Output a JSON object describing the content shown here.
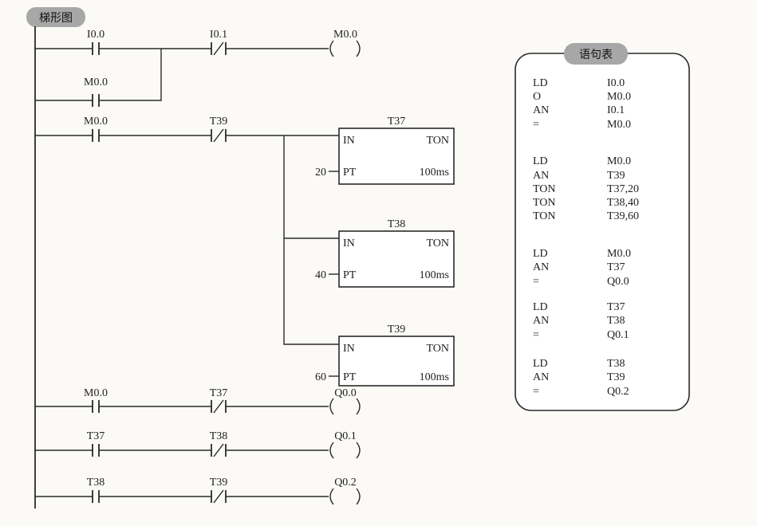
{
  "ladder": {
    "tag": "梯形图",
    "rungs": [
      {
        "contacts": [
          {
            "label": "I0.0",
            "type": "NO",
            "parallel": "M0.0"
          },
          {
            "label": "I0.1",
            "type": "NC"
          }
        ],
        "coil": "M0.0"
      },
      {
        "contacts": [
          {
            "label": "M0.0",
            "type": "NO"
          },
          {
            "label": "T39",
            "type": "NC"
          }
        ],
        "timers": [
          {
            "name": "T37",
            "in": "IN",
            "type": "TON",
            "pt_label": "PT",
            "preset": "20",
            "base": "100ms"
          },
          {
            "name": "T38",
            "in": "IN",
            "type": "TON",
            "pt_label": "PT",
            "preset": "40",
            "base": "100ms"
          },
          {
            "name": "T39",
            "in": "IN",
            "type": "TON",
            "pt_label": "PT",
            "preset": "60",
            "base": "100ms"
          }
        ]
      },
      {
        "contacts": [
          {
            "label": "M0.0",
            "type": "NO"
          },
          {
            "label": "T37",
            "type": "NC"
          }
        ],
        "coil": "Q0.0"
      },
      {
        "contacts": [
          {
            "label": "T37",
            "type": "NO"
          },
          {
            "label": "T38",
            "type": "NC"
          }
        ],
        "coil": "Q0.1"
      },
      {
        "contacts": [
          {
            "label": "T38",
            "type": "NO"
          },
          {
            "label": "T39",
            "type": "NC"
          }
        ],
        "coil": "Q0.2"
      }
    ]
  },
  "stl": {
    "tag": "语句表",
    "groups": [
      [
        {
          "op": "LD",
          "arg": "I0.0"
        },
        {
          "op": "O",
          "arg": "M0.0"
        },
        {
          "op": "AN",
          "arg": "I0.1"
        },
        {
          "op": "=",
          "arg": "M0.0"
        }
      ],
      [
        {
          "op": "LD",
          "arg": "M0.0"
        },
        {
          "op": "AN",
          "arg": "T39"
        },
        {
          "op": "TON",
          "arg": "T37,20"
        },
        {
          "op": "TON",
          "arg": "T38,40"
        },
        {
          "op": "TON",
          "arg": "T39,60"
        }
      ],
      [
        {
          "op": "LD",
          "arg": "M0.0"
        },
        {
          "op": "AN",
          "arg": "T37"
        },
        {
          "op": "=",
          "arg": "Q0.0"
        }
      ],
      [
        {
          "op": "LD",
          "arg": "T37"
        },
        {
          "op": "AN",
          "arg": "T38"
        },
        {
          "op": "=",
          "arg": "Q0.1"
        }
      ],
      [
        {
          "op": "LD",
          "arg": "T38"
        },
        {
          "op": "AN",
          "arg": "T39"
        },
        {
          "op": "=",
          "arg": "Q0.2"
        }
      ]
    ]
  }
}
